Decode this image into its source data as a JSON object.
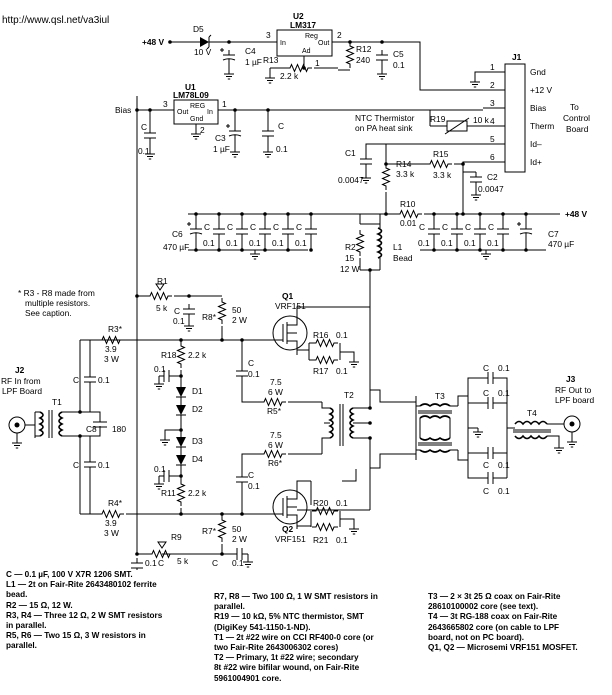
{
  "header": {
    "url": "http://www.qsl.net/va3iul"
  },
  "rails": {
    "plus48_top": "+48 V",
    "plus48_right": "+48 V",
    "bias": "Bias"
  },
  "ics": {
    "u2": {
      "ref": "U2",
      "part": "LM317",
      "pin_in": "In",
      "pin_out": "Out",
      "pin_reg": "Reg",
      "pin_adj": "Ad",
      "p3": "3",
      "p2": "2",
      "p1": "1"
    },
    "u1": {
      "ref": "U1",
      "part": "LM78L09",
      "pin_out": "Out",
      "pin_in": "In",
      "pin_reg": "REG",
      "pin_gnd": "Gnd",
      "p3": "3",
      "p2": "2",
      "p1": "1"
    }
  },
  "parts": {
    "d5": {
      "ref": "D5",
      "value": "10 V"
    },
    "c4": {
      "ref": "C4",
      "value": "1 µF"
    },
    "r12": {
      "ref": "R12",
      "value": "240"
    },
    "c5": {
      "ref": "C5",
      "value": "0.1"
    },
    "r13": {
      "ref": "R13",
      "value": "2.2 k"
    },
    "c3": {
      "ref": "C3",
      "value": "1 µF"
    },
    "c_bias1": {
      "ref": "C",
      "value": "0.1"
    },
    "c_bias2": {
      "ref": "C",
      "value": "0.1"
    },
    "r19": {
      "ref": "R19",
      "value": "10 k"
    },
    "ntc_note": {
      "line1": "NTC Thermistor",
      "line2": "on PA heat sink"
    },
    "c1": {
      "ref": "C1",
      "value": "0.0047"
    },
    "r14": {
      "ref": "R14",
      "value": "3.3 k"
    },
    "r15": {
      "ref": "R15",
      "value": "3.3 k"
    },
    "c2": {
      "ref": "C2",
      "value": "0.0047"
    },
    "r10": {
      "ref": "R10",
      "value": "0.01"
    },
    "c6": {
      "ref": "C6",
      "value": "470 µF"
    },
    "c7": {
      "ref": "C7",
      "value": "470 µF"
    },
    "c_bank": {
      "ref": "C",
      "value": "0.1"
    },
    "r2": {
      "ref": "R2",
      "value": "15",
      "power": "12 W"
    },
    "l1": {
      "ref": "L1",
      "value": "Bead"
    },
    "r1": {
      "ref": "R1",
      "value": "5 k"
    },
    "c_r1": {
      "ref": "C",
      "value": "0.1"
    },
    "r8": {
      "ref": "R8*",
      "value": "50",
      "power": "2 W"
    },
    "q1": {
      "ref": "Q1",
      "part": "VRF151"
    },
    "q2": {
      "ref": "Q2",
      "part": "VRF151"
    },
    "r16": {
      "ref": "R16",
      "value": "0.1"
    },
    "r17": {
      "ref": "R17",
      "value": "0.1"
    },
    "r20": {
      "ref": "R20",
      "value": "0.1"
    },
    "r21": {
      "ref": "R21",
      "value": "0.1"
    },
    "r3": {
      "ref": "R3*",
      "value": "3.9",
      "power": "3 W"
    },
    "r4": {
      "ref": "R4*",
      "value": "3.9",
      "power": "3 W"
    },
    "r18": {
      "ref": "R18",
      "value": "2.2 k"
    },
    "r11": {
      "ref": "R11",
      "value": "2.2 k"
    },
    "d1": {
      "ref": "D1"
    },
    "d2": {
      "ref": "D2"
    },
    "d3": {
      "ref": "D3"
    },
    "d4": {
      "ref": "D4"
    },
    "r5": {
      "ref": "R5*",
      "value": "7.5",
      "power": "6 W"
    },
    "r6": {
      "ref": "R6*",
      "value": "7.5",
      "power": "6 W"
    },
    "c8": {
      "ref": "C8",
      "value": "180"
    },
    "r9": {
      "ref": "R9",
      "value": "5 k"
    },
    "r7": {
      "ref": "R7*",
      "value": "50",
      "power": "2 W"
    },
    "t1": {
      "ref": "T1"
    },
    "t2": {
      "ref": "T2"
    },
    "t3": {
      "ref": "T3"
    },
    "t4": {
      "ref": "T4"
    },
    "c_generic": {
      "ref": "C",
      "value": "0.1"
    },
    "c_dec": {
      "value": "0.1"
    }
  },
  "connectors": {
    "j1": {
      "ref": "J1",
      "title_line1": "To",
      "title_line2": "Control",
      "title_line3": "Board",
      "pins": [
        {
          "num": "1",
          "label": "Gnd"
        },
        {
          "num": "2",
          "label": "+12 V"
        },
        {
          "num": "3",
          "label": "Bias"
        },
        {
          "num": "4",
          "label": "Therm"
        },
        {
          "num": "5",
          "label": "Id–"
        },
        {
          "num": "6",
          "label": "Id+"
        }
      ]
    },
    "j2": {
      "ref": "J2",
      "line1": "RF In from",
      "line2": "LPF Board"
    },
    "j3": {
      "ref": "J3",
      "line1": "RF Out to",
      "line2": "LPF board"
    }
  },
  "side_note": {
    "line1": "* R3 - R8 made from",
    "line2": "multiple resistors.",
    "line3": "See caption."
  },
  "notes": {
    "col1": [
      "C — 0.1 µF, 100 V X7R 1206 SMT.",
      "L1 — 2t on Fair-Rite 2643480102 ferrite\n      bead.",
      "R2 — 15 Ω, 12 W.",
      "R3, R4 — Three 12 Ω, 2 W SMT resistors\n      in parallel.",
      "R5, R6 — Two 15 Ω, 3 W resistors in\n      parallel."
    ],
    "col2": [
      "R7, R8 — Two 100 Ω, 1 W SMT resistors in\n      parallel.",
      "R19 — 10 kΩ, 5% NTC thermistor, SMT\n      (DigiKey 541-1150-1-ND).",
      "T1 — 2t #22 wire on CCI RF400-0 core (or\n      two Fair-Rite 2643006302 cores)",
      "T2 — Primary, 1t #22 wire; secondary\n      8t #22 wire bifilar wound, on Fair-Rite\n      5961004901 core."
    ],
    "col3": [
      "T3 — 2 × 3t 25 Ω coax on Fair-Rite\n      28610100002 core (see text).",
      "T4 — 3t RG-188 coax on Fair-Rite\n      2643665802 core (on cable to LPF\n      board, not on PC board).",
      "Q1, Q2 — Microsemi VRF151 MOSFET."
    ]
  }
}
